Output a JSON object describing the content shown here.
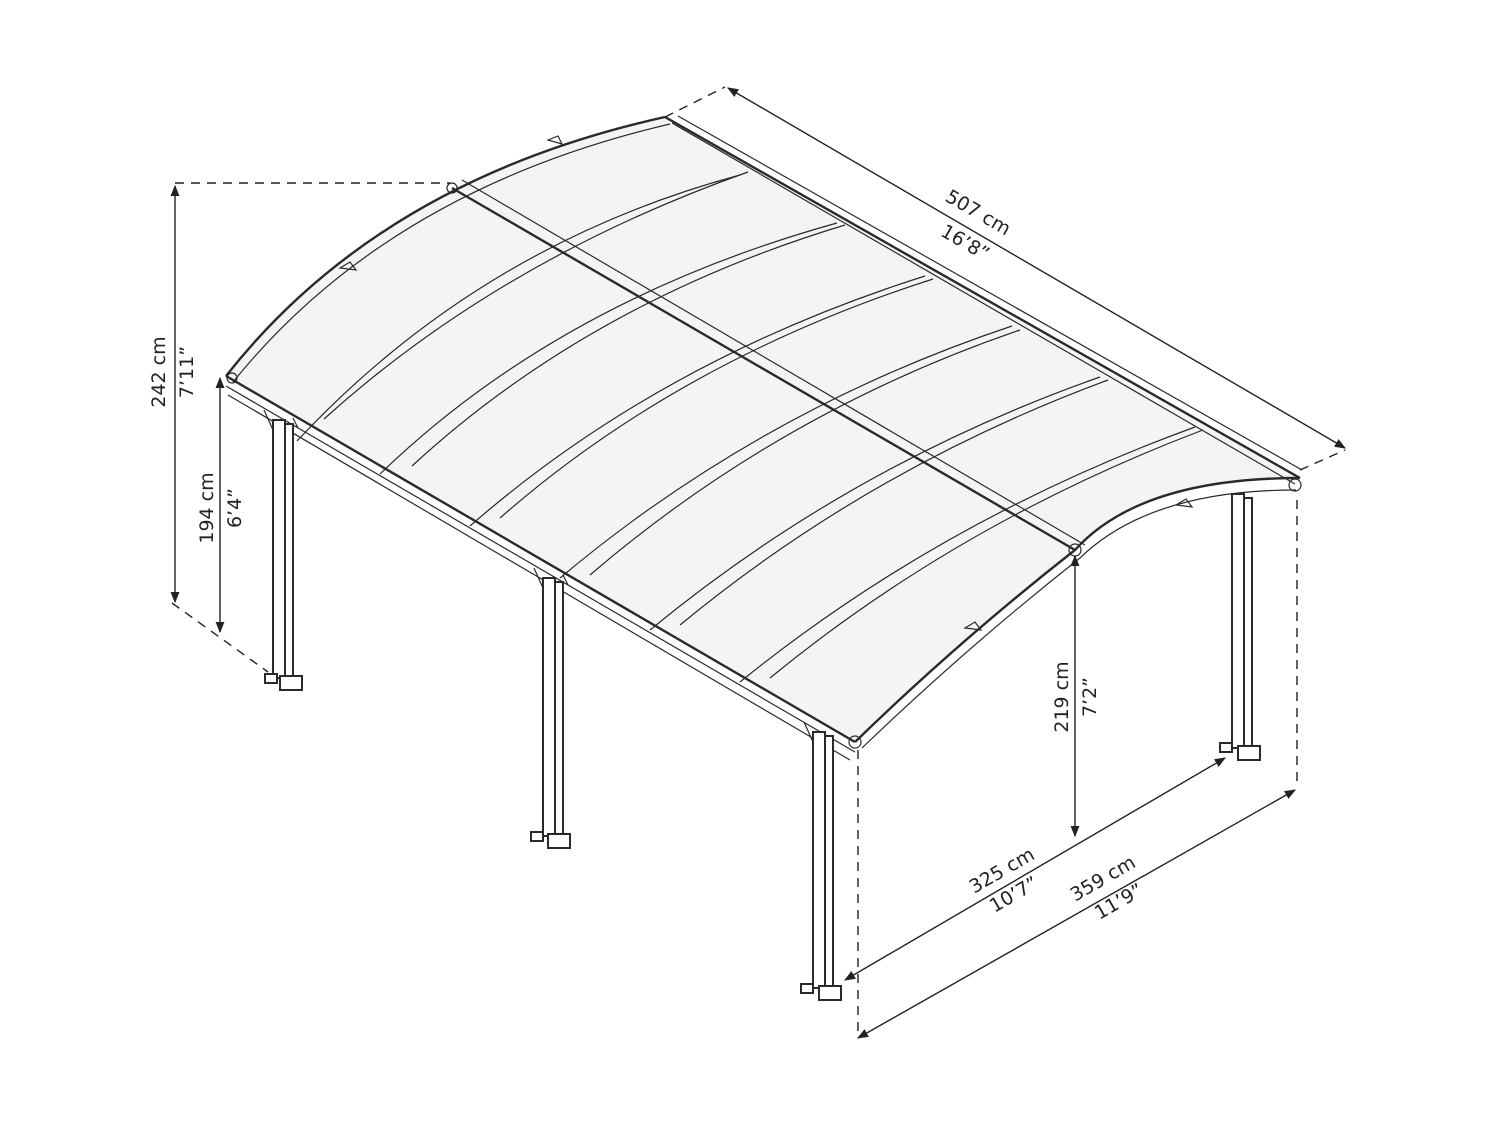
{
  "dimensions": {
    "length": {
      "metric": "507 cm",
      "imperial": "16’8”"
    },
    "total_height": {
      "metric": "242 cm",
      "imperial": "7’11”"
    },
    "side_height": {
      "metric": "194 cm",
      "imperial": "6’4”"
    },
    "front_height": {
      "metric": "219 cm",
      "imperial": "7’2”"
    },
    "inner_width": {
      "metric": "325 cm",
      "imperial": "10’7”"
    },
    "outer_width": {
      "metric": "359 cm",
      "imperial": "11’9”"
    }
  },
  "colors": {
    "line": "#222222",
    "panel": "#f4f4f4"
  }
}
